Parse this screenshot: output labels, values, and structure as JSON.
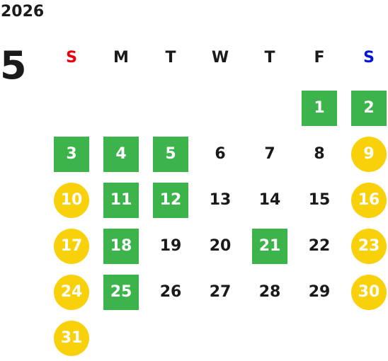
{
  "calendar": {
    "year": "2026",
    "month": "5",
    "weekdays": [
      {
        "label": "S",
        "color": "#e8000b"
      },
      {
        "label": "M",
        "color": "#1a1a1a"
      },
      {
        "label": "T",
        "color": "#1a1a1a"
      },
      {
        "label": "W",
        "color": "#1a1a1a"
      },
      {
        "label": "T",
        "color": "#1a1a1a"
      },
      {
        "label": "F",
        "color": "#1a1a1a"
      },
      {
        "label": "S",
        "color": "#0018d6"
      }
    ],
    "colors": {
      "holiday_green": "#3cb44b",
      "weekend_yellow": "#f8d10a"
    },
    "weeks": [
      [
        null,
        null,
        null,
        null,
        null,
        {
          "day": "1",
          "style": "holiday"
        },
        {
          "day": "2",
          "style": "holiday"
        }
      ],
      [
        {
          "day": "3",
          "style": "holiday"
        },
        {
          "day": "4",
          "style": "holiday"
        },
        {
          "day": "5",
          "style": "holiday"
        },
        {
          "day": "6",
          "style": "normal"
        },
        {
          "day": "7",
          "style": "normal"
        },
        {
          "day": "8",
          "style": "normal"
        },
        {
          "day": "9",
          "style": "weekend"
        }
      ],
      [
        {
          "day": "10",
          "style": "weekend"
        },
        {
          "day": "11",
          "style": "holiday"
        },
        {
          "day": "12",
          "style": "holiday"
        },
        {
          "day": "13",
          "style": "normal"
        },
        {
          "day": "14",
          "style": "normal"
        },
        {
          "day": "15",
          "style": "normal"
        },
        {
          "day": "16",
          "style": "weekend"
        }
      ],
      [
        {
          "day": "17",
          "style": "weekend"
        },
        {
          "day": "18",
          "style": "holiday"
        },
        {
          "day": "19",
          "style": "normal"
        },
        {
          "day": "20",
          "style": "normal"
        },
        {
          "day": "21",
          "style": "holiday"
        },
        {
          "day": "22",
          "style": "normal"
        },
        {
          "day": "23",
          "style": "weekend"
        }
      ],
      [
        {
          "day": "24",
          "style": "weekend"
        },
        {
          "day": "25",
          "style": "holiday"
        },
        {
          "day": "26",
          "style": "normal"
        },
        {
          "day": "27",
          "style": "normal"
        },
        {
          "day": "28",
          "style": "normal"
        },
        {
          "day": "29",
          "style": "normal"
        },
        {
          "day": "30",
          "style": "weekend"
        }
      ],
      [
        {
          "day": "31",
          "style": "weekend"
        },
        null,
        null,
        null,
        null,
        null,
        null
      ]
    ]
  }
}
